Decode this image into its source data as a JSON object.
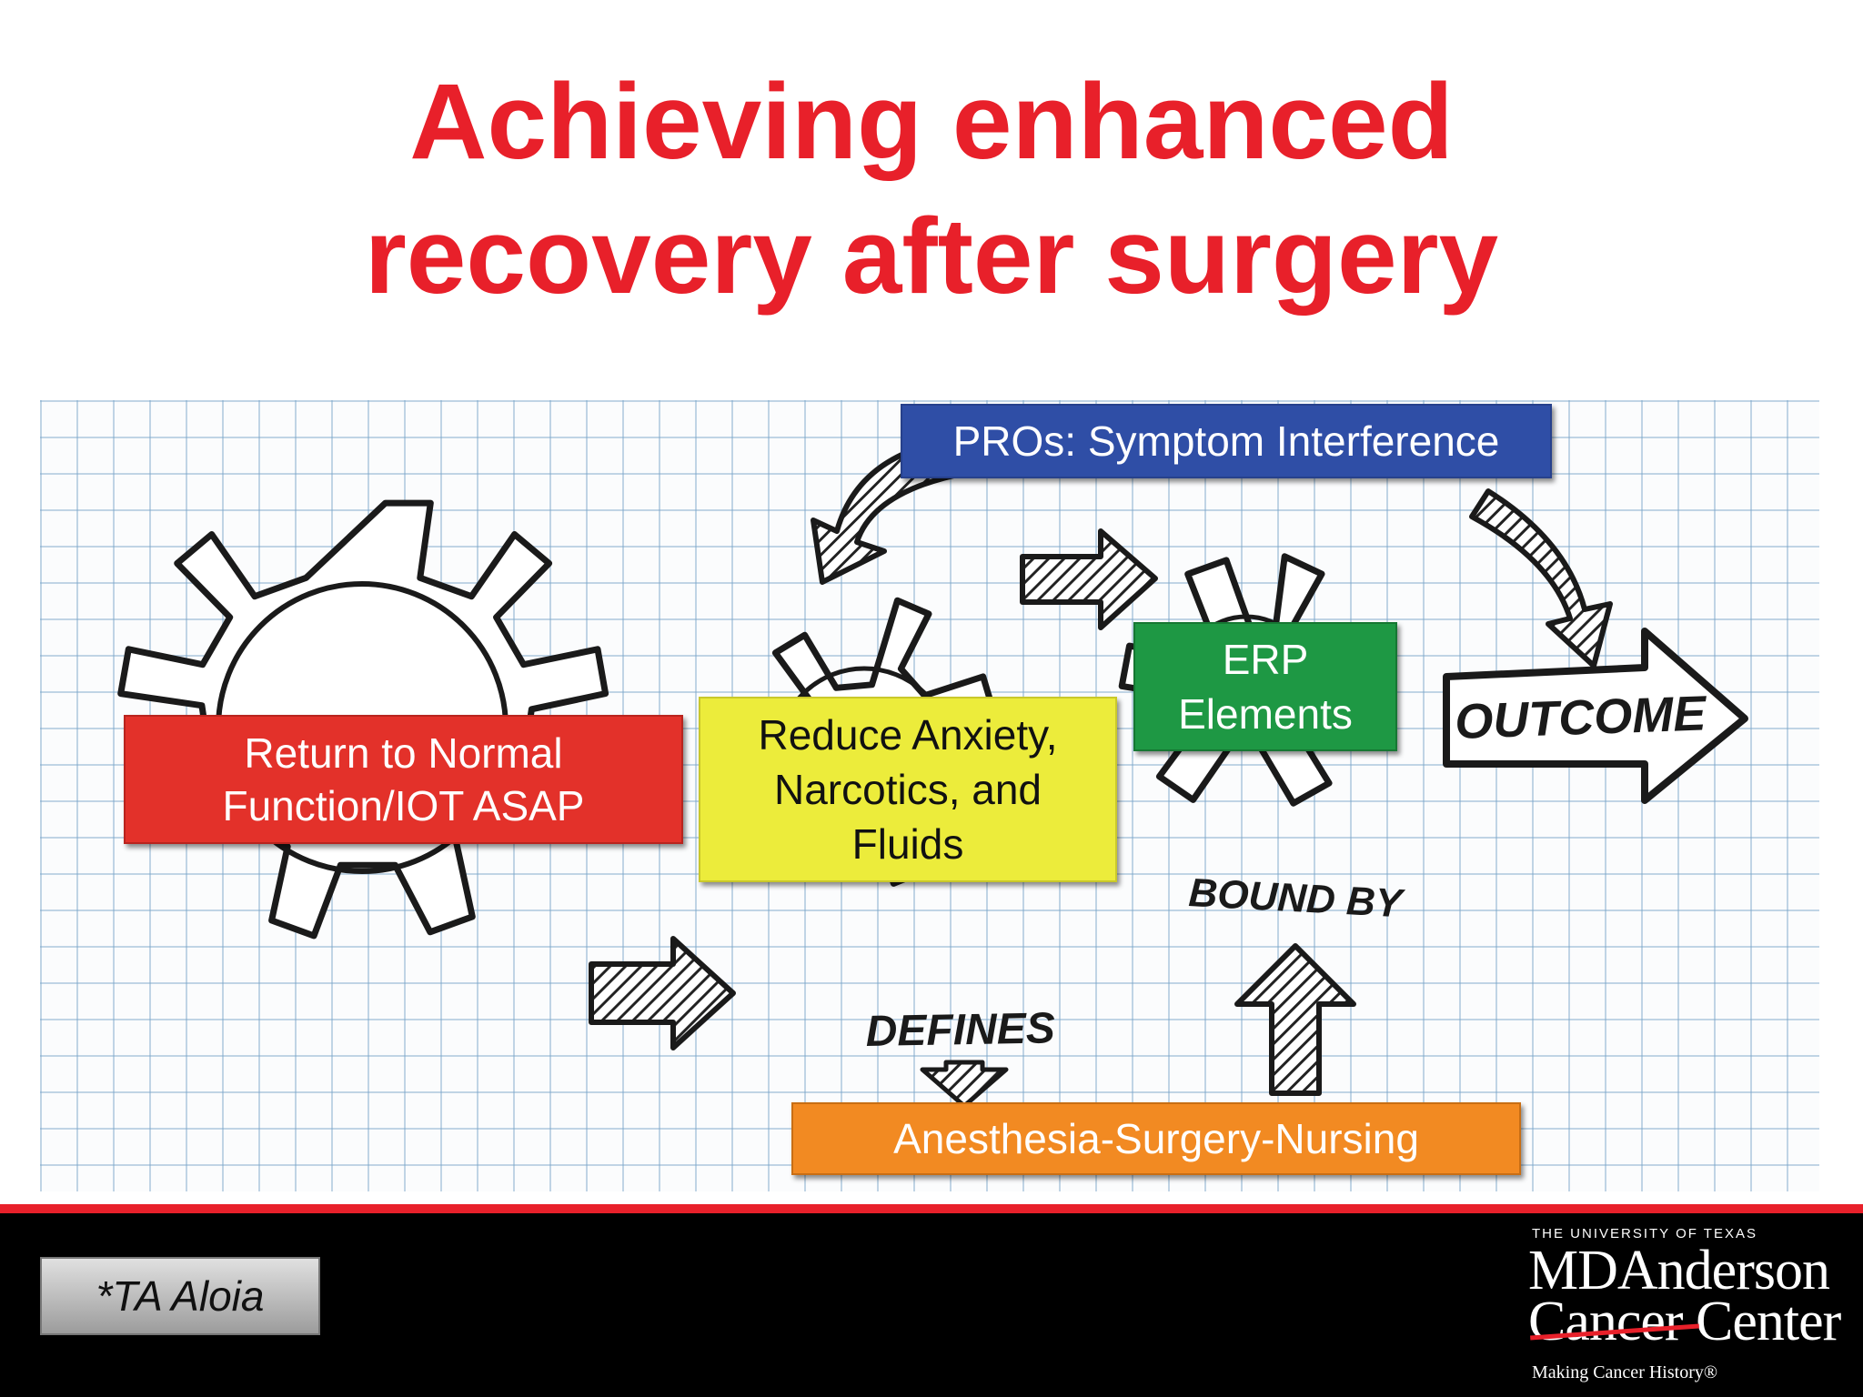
{
  "title": {
    "line1": "Achieving enhanced",
    "line2": "recovery after surgery"
  },
  "diagram": {
    "boxes": {
      "pros": "PROs: Symptom Interference",
      "return_line1": "Return to Normal",
      "return_line2": "Function/IOT ASAP",
      "reduce_line1": "Reduce Anxiety,",
      "reduce_line2": "Narcotics, and",
      "reduce_line3": "Fluids",
      "erp_line1": "ERP",
      "erp_line2": "Elements",
      "team": "Anesthesia-Surgery-Nursing"
    },
    "sketch_labels": {
      "outcome": "OUTCOME",
      "bound_by": "BOUND BY",
      "defines": "DEFINES"
    },
    "colors": {
      "title": "#e8202a",
      "blue": "#2f4ea6",
      "red": "#e3312a",
      "yellow": "#ecec3b",
      "green": "#1e9844",
      "orange": "#f28a22"
    }
  },
  "footer": {
    "citation": "*TA Aloia",
    "logo": {
      "university": "THE UNIVERSITY OF TEXAS",
      "line1": "MDAnderson",
      "line2": "Cancer Center",
      "tagline": "Making Cancer History®"
    }
  }
}
